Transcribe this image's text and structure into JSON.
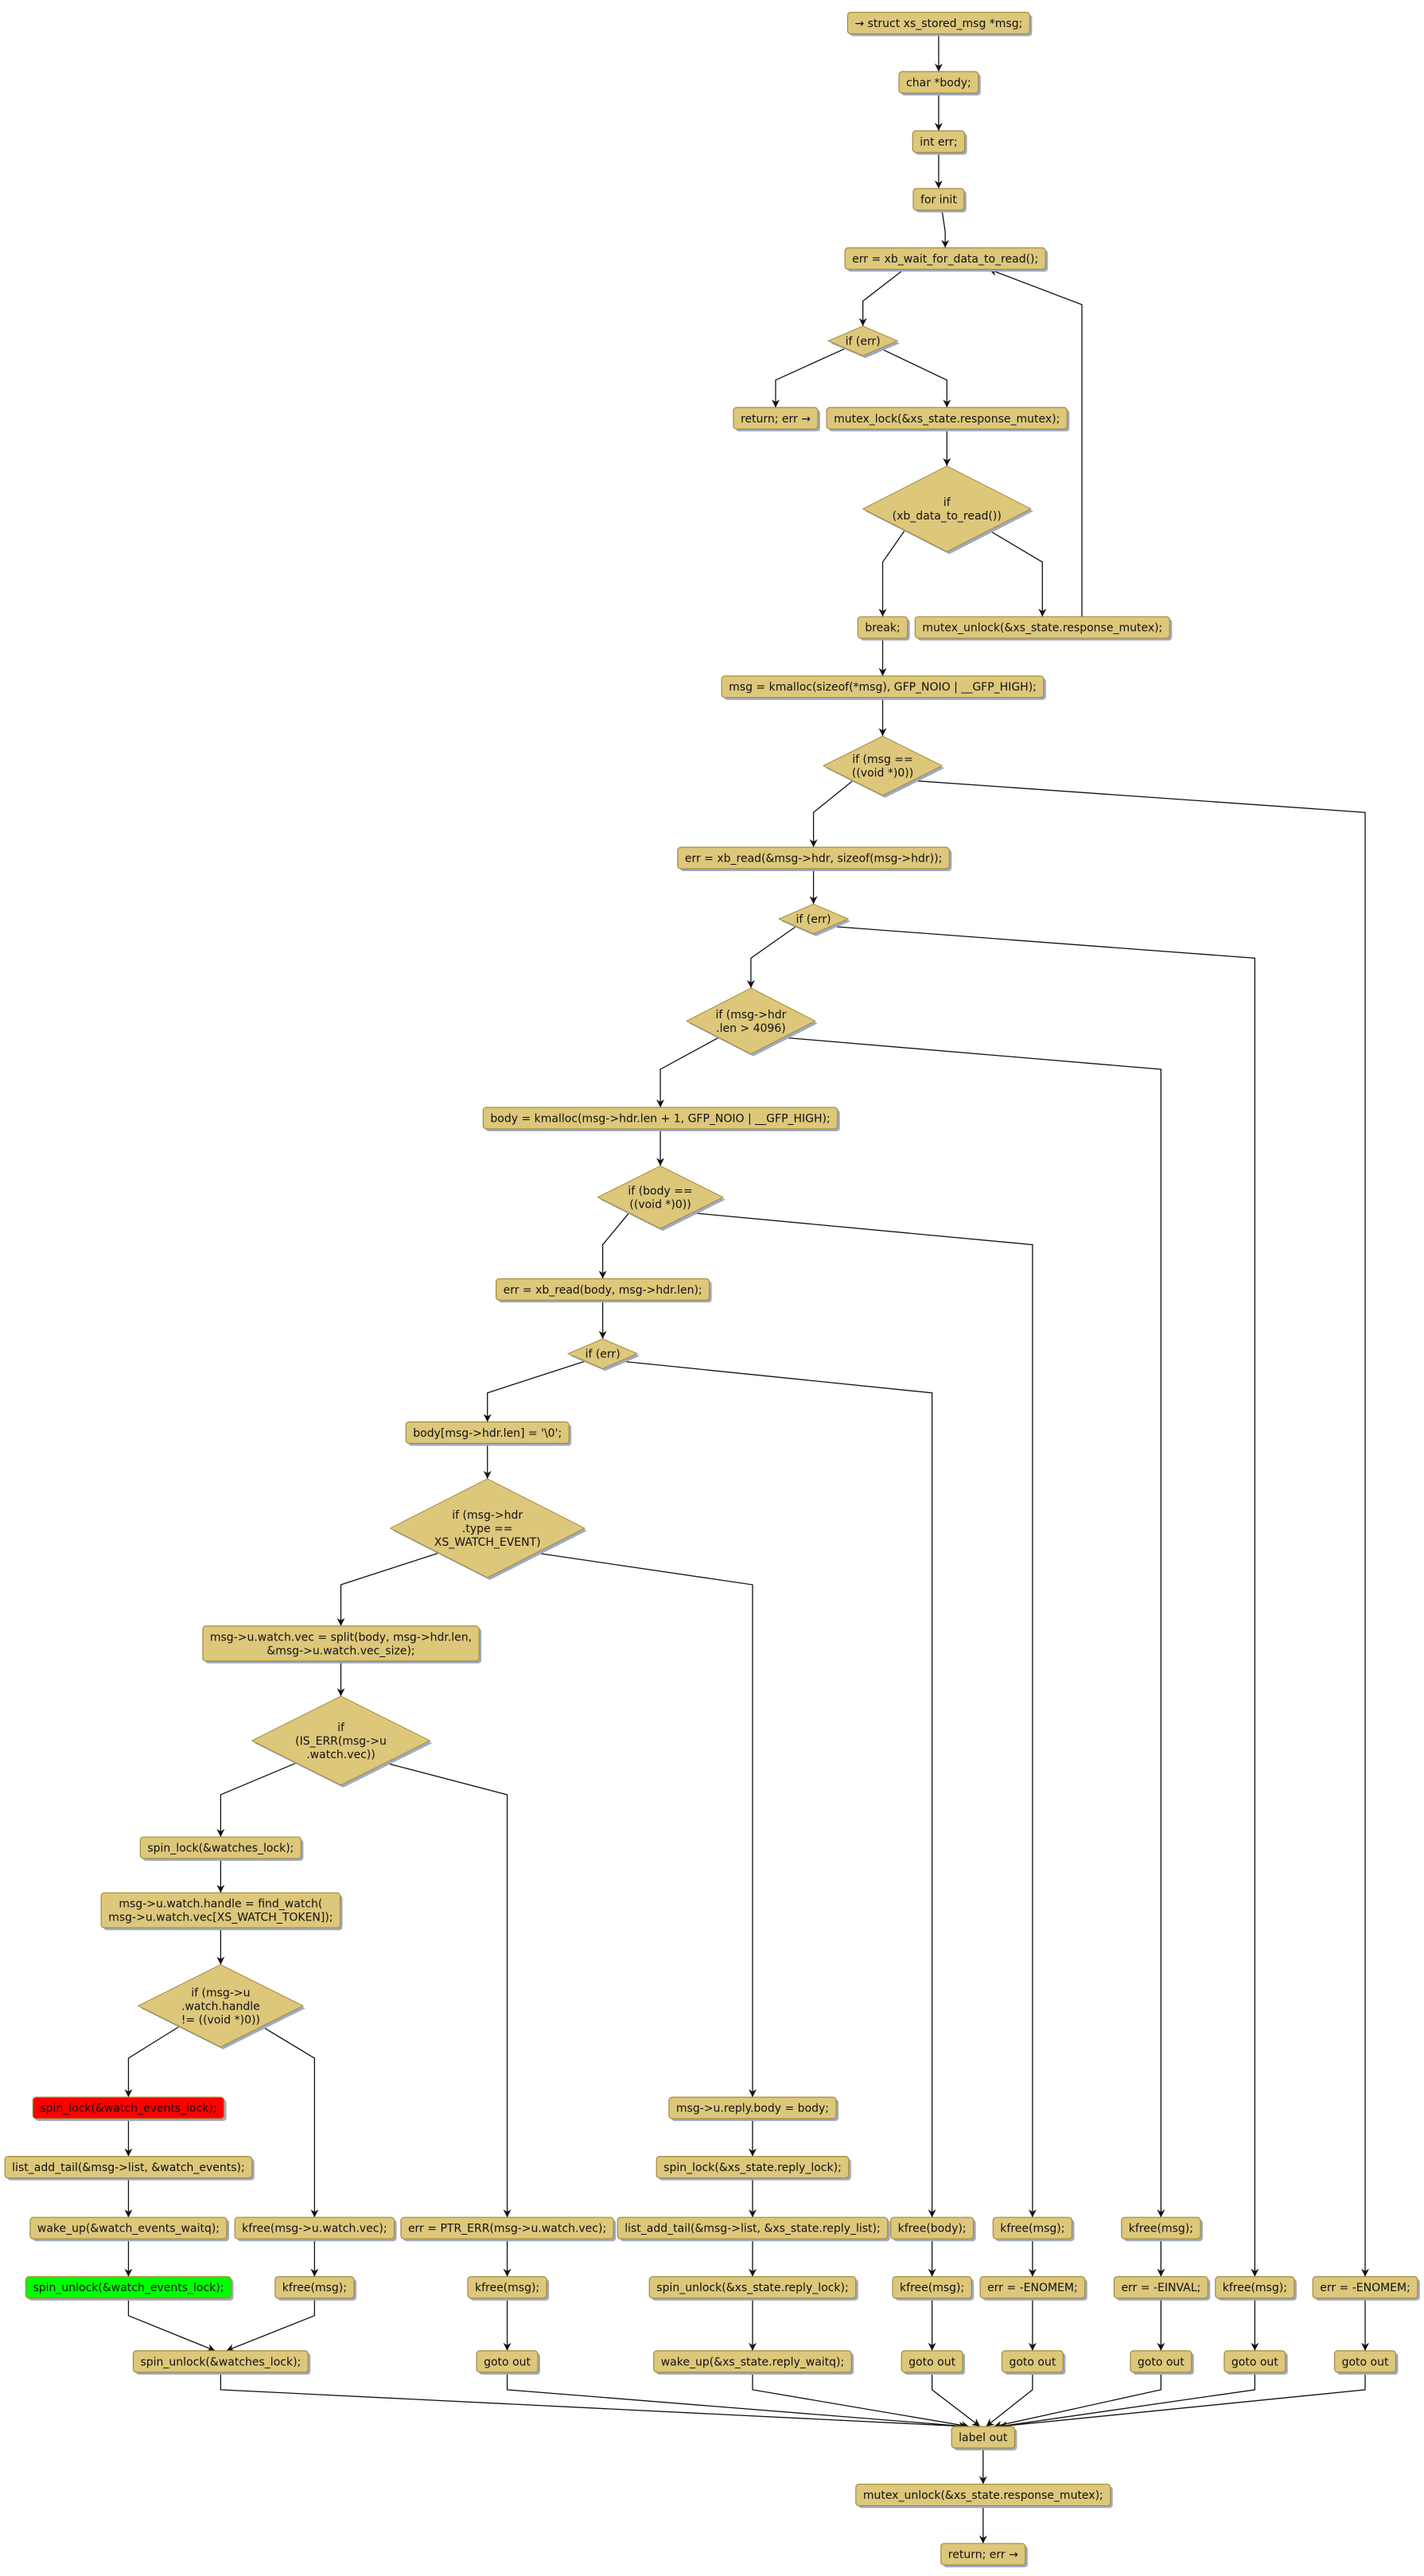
{
  "title": "xs_talkv read_reply flowchart",
  "colors": {
    "node_fill": "#ddc77b",
    "node_border": "#a48b3a",
    "shadow": "#9ea9c4",
    "highlight_red": "#ff0000",
    "highlight_green": "#00ff00",
    "edge": "#111111"
  },
  "nodes": [
    {
      "id": 1,
      "shape": "box",
      "lines": [
        "→ struct xs_stored_msg *msg;"
      ]
    },
    {
      "id": 2,
      "shape": "box",
      "lines": [
        "char *body;"
      ]
    },
    {
      "id": 3,
      "shape": "box",
      "lines": [
        "int err;"
      ]
    },
    {
      "id": 4,
      "shape": "box",
      "lines": [
        "for init"
      ]
    },
    {
      "id": 5,
      "shape": "box",
      "lines": [
        "err = xb_wait_for_data_to_read();"
      ]
    },
    {
      "id": 6,
      "shape": "diamond",
      "lines": [
        "if (err)"
      ]
    },
    {
      "id": 7,
      "shape": "box",
      "lines": [
        "return; err →"
      ]
    },
    {
      "id": 8,
      "shape": "box",
      "lines": [
        "mutex_lock(&xs_state.response_mutex);"
      ]
    },
    {
      "id": 9,
      "shape": "diamond",
      "lines": [
        "if",
        "(xb_data_to_read())"
      ]
    },
    {
      "id": 10,
      "shape": "box",
      "lines": [
        "break;"
      ]
    },
    {
      "id": 11,
      "shape": "box",
      "lines": [
        "mutex_unlock(&xs_state.response_mutex);"
      ]
    },
    {
      "id": 12,
      "shape": "box",
      "lines": [
        "msg = kmalloc(sizeof(*msg), GFP_NOIO | __GFP_HIGH);"
      ]
    },
    {
      "id": 13,
      "shape": "diamond",
      "lines": [
        "if (msg ==",
        "((void *)0))"
      ]
    },
    {
      "id": 14,
      "shape": "box",
      "lines": [
        "err = xb_read(&msg->hdr, sizeof(msg->hdr));"
      ]
    },
    {
      "id": 15,
      "shape": "diamond",
      "lines": [
        "if (err)"
      ]
    },
    {
      "id": 16,
      "shape": "diamond",
      "lines": [
        "if (msg->hdr",
        ".len > 4096)"
      ]
    },
    {
      "id": 17,
      "shape": "box",
      "lines": [
        "body = kmalloc(msg->hdr.len + 1, GFP_NOIO | __GFP_HIGH);"
      ]
    },
    {
      "id": 18,
      "shape": "diamond",
      "lines": [
        "if (body ==",
        "((void *)0))"
      ]
    },
    {
      "id": 19,
      "shape": "box",
      "lines": [
        "err = xb_read(body, msg->hdr.len);"
      ]
    },
    {
      "id": 20,
      "shape": "diamond",
      "lines": [
        "if (err)"
      ]
    },
    {
      "id": 21,
      "shape": "box",
      "lines": [
        "body[msg->hdr.len] = '\\0';"
      ]
    },
    {
      "id": 22,
      "shape": "diamond",
      "lines": [
        "if (msg->hdr",
        ".type ==",
        "XS_WATCH_EVENT)"
      ]
    },
    {
      "id": 23,
      "shape": "box",
      "lines": [
        "msg->u.watch.vec = split(body, msg->hdr.len,",
        "&msg->u.watch.vec_size);"
      ]
    },
    {
      "id": 24,
      "shape": "diamond",
      "lines": [
        "if",
        "(IS_ERR(msg->u",
        ".watch.vec))"
      ]
    },
    {
      "id": 25,
      "shape": "box",
      "lines": [
        "spin_lock(&watches_lock);"
      ]
    },
    {
      "id": 26,
      "shape": "box",
      "lines": [
        "msg->u.watch.handle = find_watch(",
        "msg->u.watch.vec[XS_WATCH_TOKEN]);"
      ]
    },
    {
      "id": 27,
      "shape": "diamond",
      "lines": [
        "if (msg->u",
        ".watch.handle",
        "!= ((void *)0))"
      ]
    },
    {
      "id": 28,
      "shape": "box",
      "lines": [
        "spin_lock(&watch_events_lock);"
      ],
      "highlight": "red"
    },
    {
      "id": 29,
      "shape": "box",
      "lines": [
        "list_add_tail(&msg->list, &watch_events);"
      ]
    },
    {
      "id": 30,
      "shape": "box",
      "lines": [
        "wake_up(&watch_events_waitq);"
      ]
    },
    {
      "id": 31,
      "shape": "box",
      "lines": [
        "spin_unlock(&watch_events_lock);"
      ],
      "highlight": "green"
    },
    {
      "id": 32,
      "shape": "box",
      "lines": [
        "kfree(msg->u.watch.vec);"
      ]
    },
    {
      "id": 33,
      "shape": "box",
      "lines": [
        "kfree(msg);"
      ]
    },
    {
      "id": 34,
      "shape": "box",
      "lines": [
        "spin_unlock(&watches_lock);"
      ]
    },
    {
      "id": 35,
      "shape": "box",
      "lines": [
        "err = PTR_ERR(msg->u.watch.vec);"
      ]
    },
    {
      "id": 36,
      "shape": "box",
      "lines": [
        "kfree(msg);"
      ]
    },
    {
      "id": 37,
      "shape": "box",
      "lines": [
        "goto out"
      ]
    },
    {
      "id": 38,
      "shape": "box",
      "lines": [
        "msg->u.reply.body = body;"
      ]
    },
    {
      "id": 39,
      "shape": "box",
      "lines": [
        "spin_lock(&xs_state.reply_lock);"
      ]
    },
    {
      "id": 40,
      "shape": "box",
      "lines": [
        "list_add_tail(&msg->list, &xs_state.reply_list);"
      ]
    },
    {
      "id": 41,
      "shape": "box",
      "lines": [
        "spin_unlock(&xs_state.reply_lock);"
      ]
    },
    {
      "id": 42,
      "shape": "box",
      "lines": [
        "wake_up(&xs_state.reply_waitq);"
      ]
    },
    {
      "id": 43,
      "shape": "box",
      "lines": [
        "kfree(body);"
      ]
    },
    {
      "id": 44,
      "shape": "box",
      "lines": [
        "kfree(msg);"
      ]
    },
    {
      "id": 45,
      "shape": "box",
      "lines": [
        "goto out"
      ]
    },
    {
      "id": 46,
      "shape": "box",
      "lines": [
        "kfree(msg);"
      ]
    },
    {
      "id": 47,
      "shape": "box",
      "lines": [
        "err = -ENOMEM;"
      ]
    },
    {
      "id": 48,
      "shape": "box",
      "lines": [
        "goto out"
      ]
    },
    {
      "id": 49,
      "shape": "box",
      "lines": [
        "kfree(msg);"
      ]
    },
    {
      "id": 50,
      "shape": "box",
      "lines": [
        "err = -EINVAL;"
      ]
    },
    {
      "id": 51,
      "shape": "box",
      "lines": [
        "goto out"
      ]
    },
    {
      "id": 52,
      "shape": "box",
      "lines": [
        "kfree(msg);"
      ]
    },
    {
      "id": 53,
      "shape": "box",
      "lines": [
        "goto out"
      ]
    },
    {
      "id": 54,
      "shape": "box",
      "lines": [
        "err = -ENOMEM;"
      ]
    },
    {
      "id": 55,
      "shape": "box",
      "lines": [
        "goto out"
      ]
    },
    {
      "id": 56,
      "shape": "box",
      "lines": [
        "label out"
      ]
    },
    {
      "id": 57,
      "shape": "box",
      "lines": [
        "mutex_unlock(&xs_state.response_mutex);"
      ]
    },
    {
      "id": 58,
      "shape": "box",
      "lines": [
        "return; err →"
      ]
    }
  ]
}
